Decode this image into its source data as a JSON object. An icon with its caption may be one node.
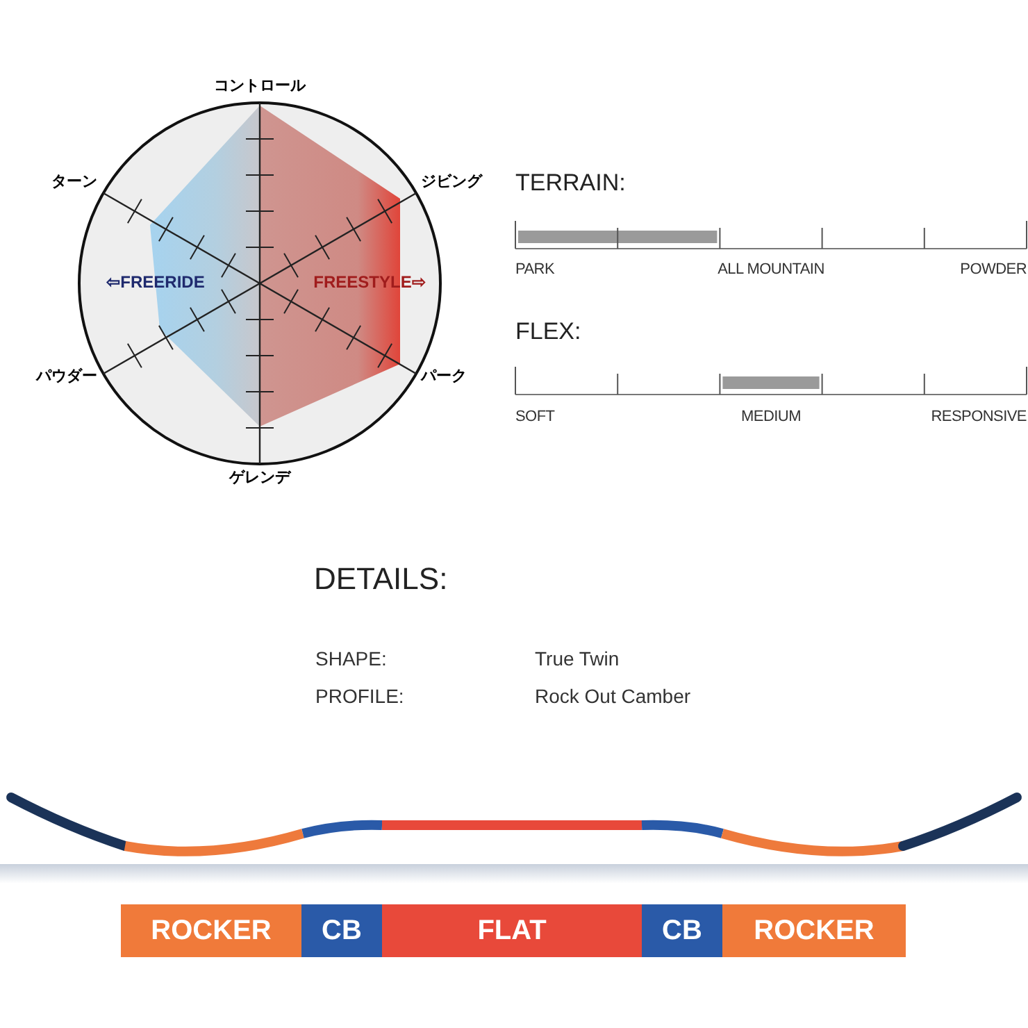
{
  "diagram": {
    "nodes": [
      {
        "text": [
          "ROCKER"
        ]
      },
      {
        "text": [
          "CB"
        ]
      },
      {
        "text": [
          "FLAT"
        ]
      },
      {
        "text": [
          "CB"
        ]
      },
      {
        "text": [
          "ROCKER"
        ]
      }
    ],
    "labels": [
      "コントロール",
      "ターン",
      "ジビング",
      "⇦FREERIDE",
      "FREESTYLE⇨",
      "パウダー",
      "パーク",
      "ゲレンデ",
      "TERRAIN:",
      "PARK",
      "ALL MOUNTAIN",
      "POWDER",
      "FLEX:",
      "SOFT",
      "MEDIUM",
      "RESPONSIVE",
      "DETAILS:",
      "SHAPE:",
      "True Twin",
      "PROFILE:",
      "Rock Out Camber"
    ]
  }
}
